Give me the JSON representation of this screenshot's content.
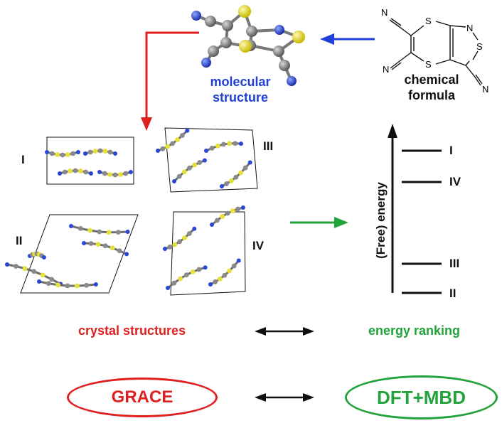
{
  "molecular_structure": {
    "line1": "molecular",
    "line2": "structure"
  },
  "chemical_formula": {
    "line1": "chemical",
    "line2": "formula"
  },
  "formula_atoms": {
    "n1": "N",
    "n2": "N",
    "n3": "N",
    "n4": "N",
    "s1": "S",
    "s2": "S",
    "s3": "S"
  },
  "polymorphs": {
    "I": "I",
    "II": "II",
    "III": "III",
    "IV": "IV"
  },
  "energy_axis_label": "(Free) energy",
  "energy_levels": [
    {
      "label": "I",
      "rank": 4
    },
    {
      "label": "IV",
      "rank": 3
    },
    {
      "label": "III",
      "rank": 2
    },
    {
      "label": "II",
      "rank": 1
    }
  ],
  "crystal_structures_label": "crystal structures",
  "energy_ranking_label": "energy ranking",
  "grace_label": "GRACE",
  "dftmbd_label": "DFT+MBD",
  "colors": {
    "blue": "#1f3fd8",
    "red": "#e02020",
    "green": "#22a33a",
    "atom_c": "#8a8a8a",
    "atom_s": "#e8e23a",
    "atom_n": "#2747d6"
  }
}
